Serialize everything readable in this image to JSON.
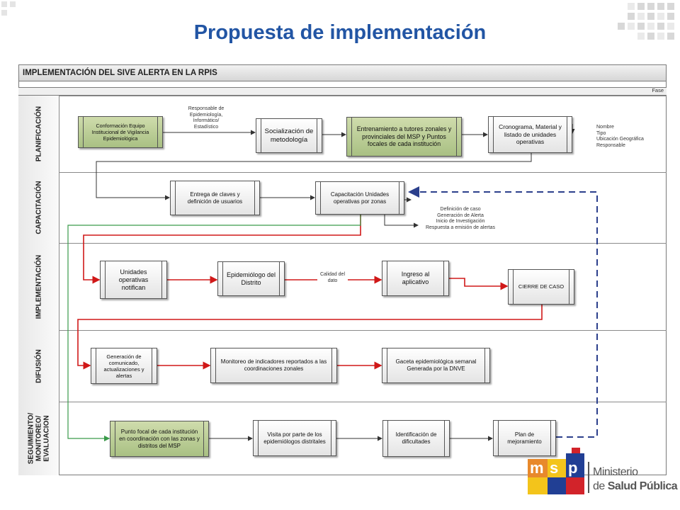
{
  "title": "Propuesta de implementación",
  "diagram": {
    "header": "IMPLEMENTACIÓN DEL SIVE ALERTA EN LA RPIS",
    "phase_label": "Fase",
    "lanes": {
      "planificacion": "PLANIFICACIÓN",
      "capacitacion": "CAPACITACIÓN",
      "implementacion": "IMPLEMENTACIÓN",
      "difusion": "DIFUSIÓN",
      "seguimiento": "SEGUIMIENTO/\nMONITOREO/\nEVALUACION"
    },
    "boxes": {
      "conformacion": "Conformación Equipo Institucional  de Vigilancia Epidemiológica",
      "socializacion": "Socialización de metodología",
      "entrenamiento": "Entrenamiento a tutores zonales y provinciales del MSP y Puntos focales de cada institución",
      "cronograma": "Cronograma, Material y listado de unidades operativas",
      "entrega_claves": "Entrega de claves y definición de usuarios",
      "capacitacion_unidades": "Capacitación Unidades operativas por zonas",
      "unidades_notifican": "Unidades operativas notifican",
      "epidemiologo": "Epidemiólogo del Distrito",
      "ingreso": "Ingreso al aplicativo",
      "cierre": "CIERRE DE CASO",
      "generacion": "Generación de comunicado, actualizaciones y alertas",
      "monitoreo": "Monitoreo de indicadores reportados a las coordinaciones zonales",
      "gaceta": "Gaceta epidemiológica semanal Generada por la DNVE",
      "punto_focal": "Punto focal de cada institución en coordinación con las zonas y distritos del MSP",
      "visita": "Visita por parte de los epidemiólogos distritales",
      "identificacion": "Identificación de dificultades",
      "plan": "Plan de mejoramiento"
    },
    "notes": {
      "responsable": [
        "Responsable de",
        "Epidemiología,",
        "Informático/",
        "Estadístico"
      ],
      "nombre": [
        "Nombre",
        "Tipo",
        "Ubicación Geográfica",
        "Responsable"
      ],
      "definicion": [
        "Definición de caso",
        "Generación de Alerta",
        "Inicio de Investigación",
        "Respuesta a emisión de alertas"
      ],
      "calidad": [
        "Calidad del",
        "dato"
      ]
    }
  },
  "logo": {
    "letters": "msp",
    "line1": "Ministerio",
    "line2_prefix": "de ",
    "line2_bold": "Salud Pública",
    "colors": {
      "orange": "#e8892b",
      "yellow": "#f3c41b",
      "blue": "#213f94",
      "red": "#d2232a",
      "gray": "#555555"
    }
  },
  "colors": {
    "title": "#2255a4",
    "flow_red": "#d01818",
    "flow_green": "#3a9a4a",
    "flow_dashed": "#2b3f8c",
    "box_green": "#b8cb91"
  }
}
